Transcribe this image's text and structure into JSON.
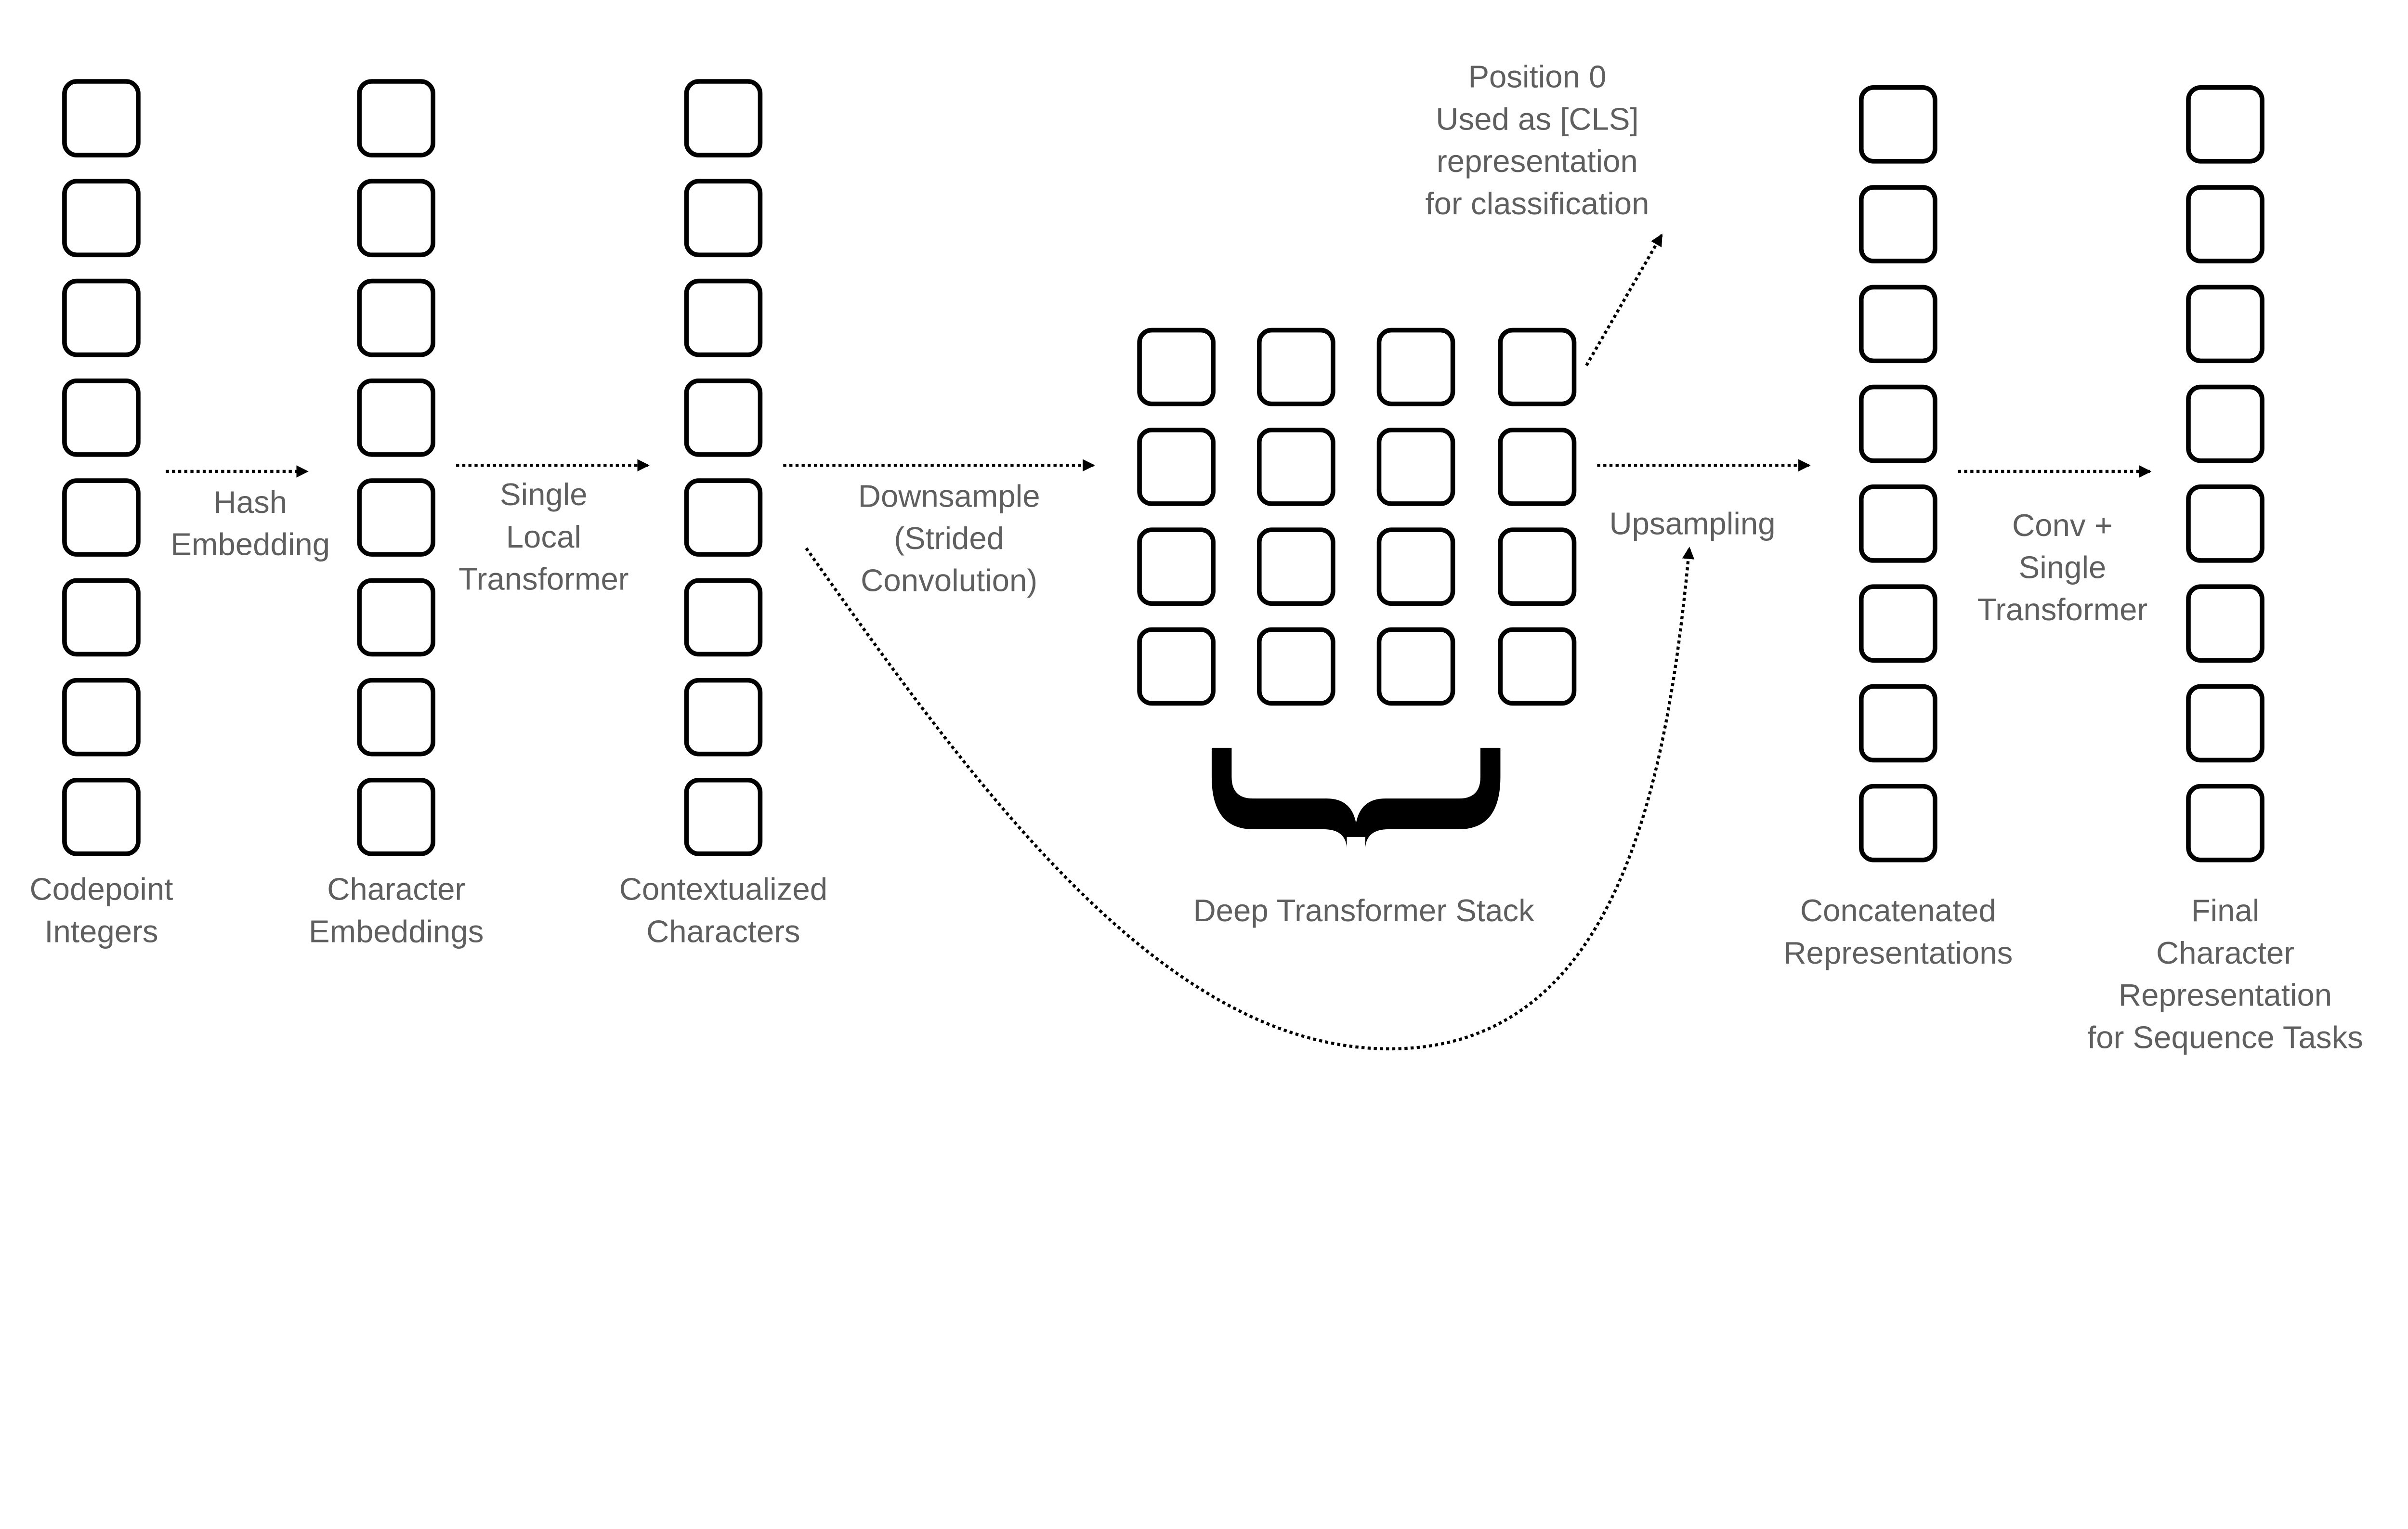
{
  "columns": [
    {
      "id": "codepoints",
      "label": [
        "Codepoint",
        "Integers"
      ],
      "cells": 8
    },
    {
      "id": "char-embeddings",
      "label": [
        "Character",
        "Embeddings"
      ],
      "cells": 8
    },
    {
      "id": "contextualized",
      "label": [
        "Contextualized",
        "Characters"
      ],
      "cells": 8
    },
    {
      "id": "concatenated",
      "label": [
        "Concatenated",
        "Representations"
      ],
      "cells": 8
    },
    {
      "id": "final",
      "label": [
        "Final",
        "Character",
        "Representation",
        "for Sequence Tasks"
      ],
      "cells": 8
    }
  ],
  "deep_stack": {
    "label": [
      "Deep Transformer Stack"
    ],
    "rows": 4,
    "cols": 4
  },
  "edges": [
    {
      "id": "hash-embedding",
      "label": [
        "Hash",
        "Embedding"
      ]
    },
    {
      "id": "single-local-transformer",
      "label": [
        "Single",
        "Local",
        "Transformer"
      ]
    },
    {
      "id": "downsample",
      "label": [
        "Downsample",
        "(Strided",
        "Convolution)"
      ]
    },
    {
      "id": "upsampling",
      "label": [
        "Upsampling"
      ]
    },
    {
      "id": "conv-single-transformer",
      "label": [
        "Conv +",
        "Single",
        "Transformer"
      ]
    }
  ],
  "cls_note": {
    "label": [
      "Position 0",
      "Used as [CLS]",
      "representation",
      "for classification"
    ]
  },
  "colors": {
    "text": "#5f5f5f",
    "stroke": "#000000"
  }
}
